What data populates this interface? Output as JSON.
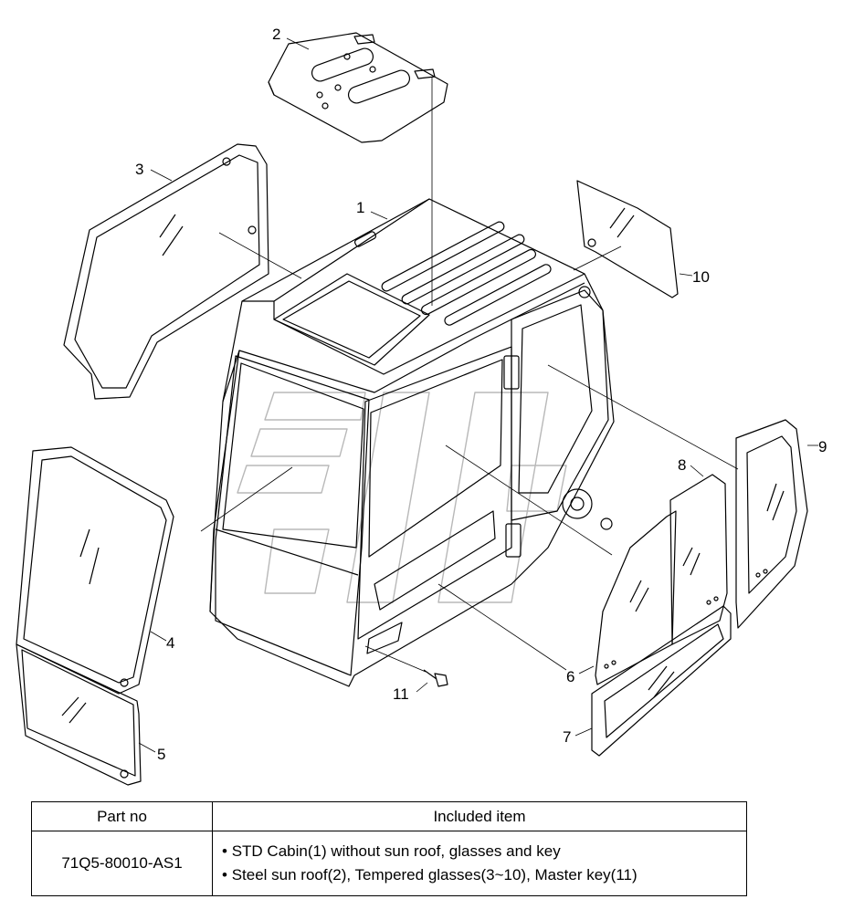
{
  "callouts": [
    {
      "label": "1"
    },
    {
      "label": "2"
    },
    {
      "label": "3"
    },
    {
      "label": "4"
    },
    {
      "label": "5"
    },
    {
      "label": "6"
    },
    {
      "label": "7"
    },
    {
      "label": "8"
    },
    {
      "label": "9"
    },
    {
      "label": "10"
    },
    {
      "label": "11"
    }
  ],
  "table": {
    "headers": {
      "part_no": "Part no",
      "included_item": "Included item"
    },
    "rows": [
      {
        "part_no": "71Q5-80010-AS1",
        "items": [
          "STD Cabin(1) without sun roof, glasses and key",
          "Steel sun roof(2), Tempered glasses(3~10), Master key(11)"
        ]
      }
    ]
  },
  "colors": {
    "line": "#000000",
    "watermark": "#b8b8b8",
    "background": "#ffffff"
  }
}
